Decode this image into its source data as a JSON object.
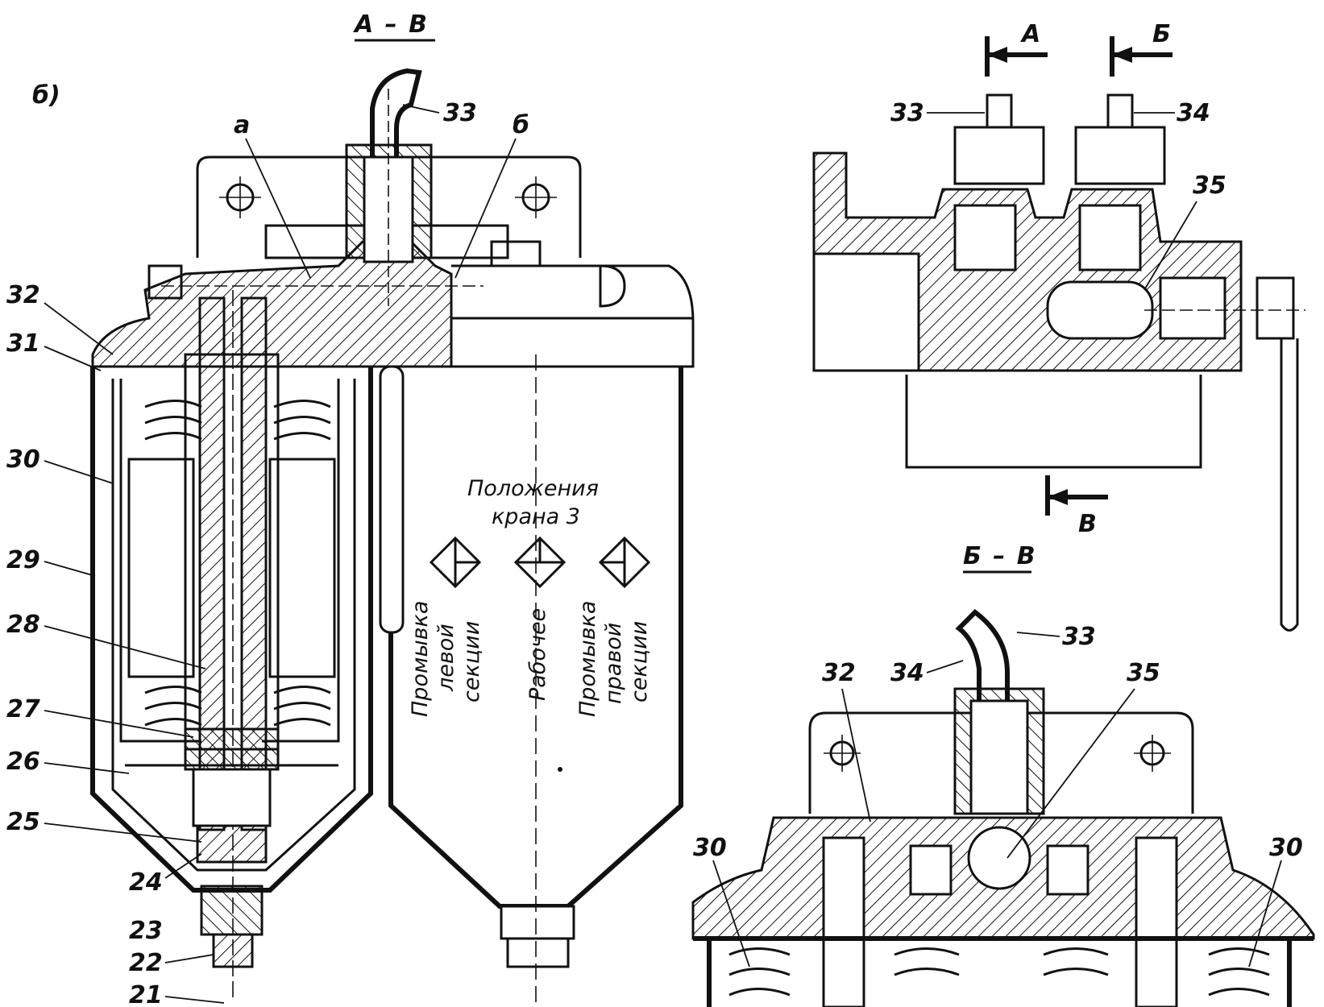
{
  "figure": {
    "panel_label": "б)",
    "section_main": "А – В",
    "section_secondary": "Б – В",
    "cut_marks": {
      "a": "А",
      "b": "Б",
      "c": "В"
    },
    "channels": {
      "a": "а",
      "b": "б"
    }
  },
  "position_panel": {
    "title_line1": "Положения",
    "title_line2": "крана 3",
    "positions": [
      {
        "line1": "Промывка",
        "line2": "левой",
        "line3": "секции"
      },
      {
        "line1": "Рабочее",
        "line2": "",
        "line3": ""
      },
      {
        "line1": "Промывка",
        "line2": "правой",
        "line3": "секции"
      }
    ]
  },
  "callouts_main": [
    "32",
    "31",
    "30",
    "29",
    "28",
    "27",
    "26",
    "25",
    "24",
    "23",
    "22",
    "21",
    "33"
  ],
  "callouts_top_right": [
    "33",
    "34",
    "35"
  ],
  "callouts_bottom_right": [
    "33",
    "34",
    "32",
    "35",
    "30",
    "30"
  ]
}
